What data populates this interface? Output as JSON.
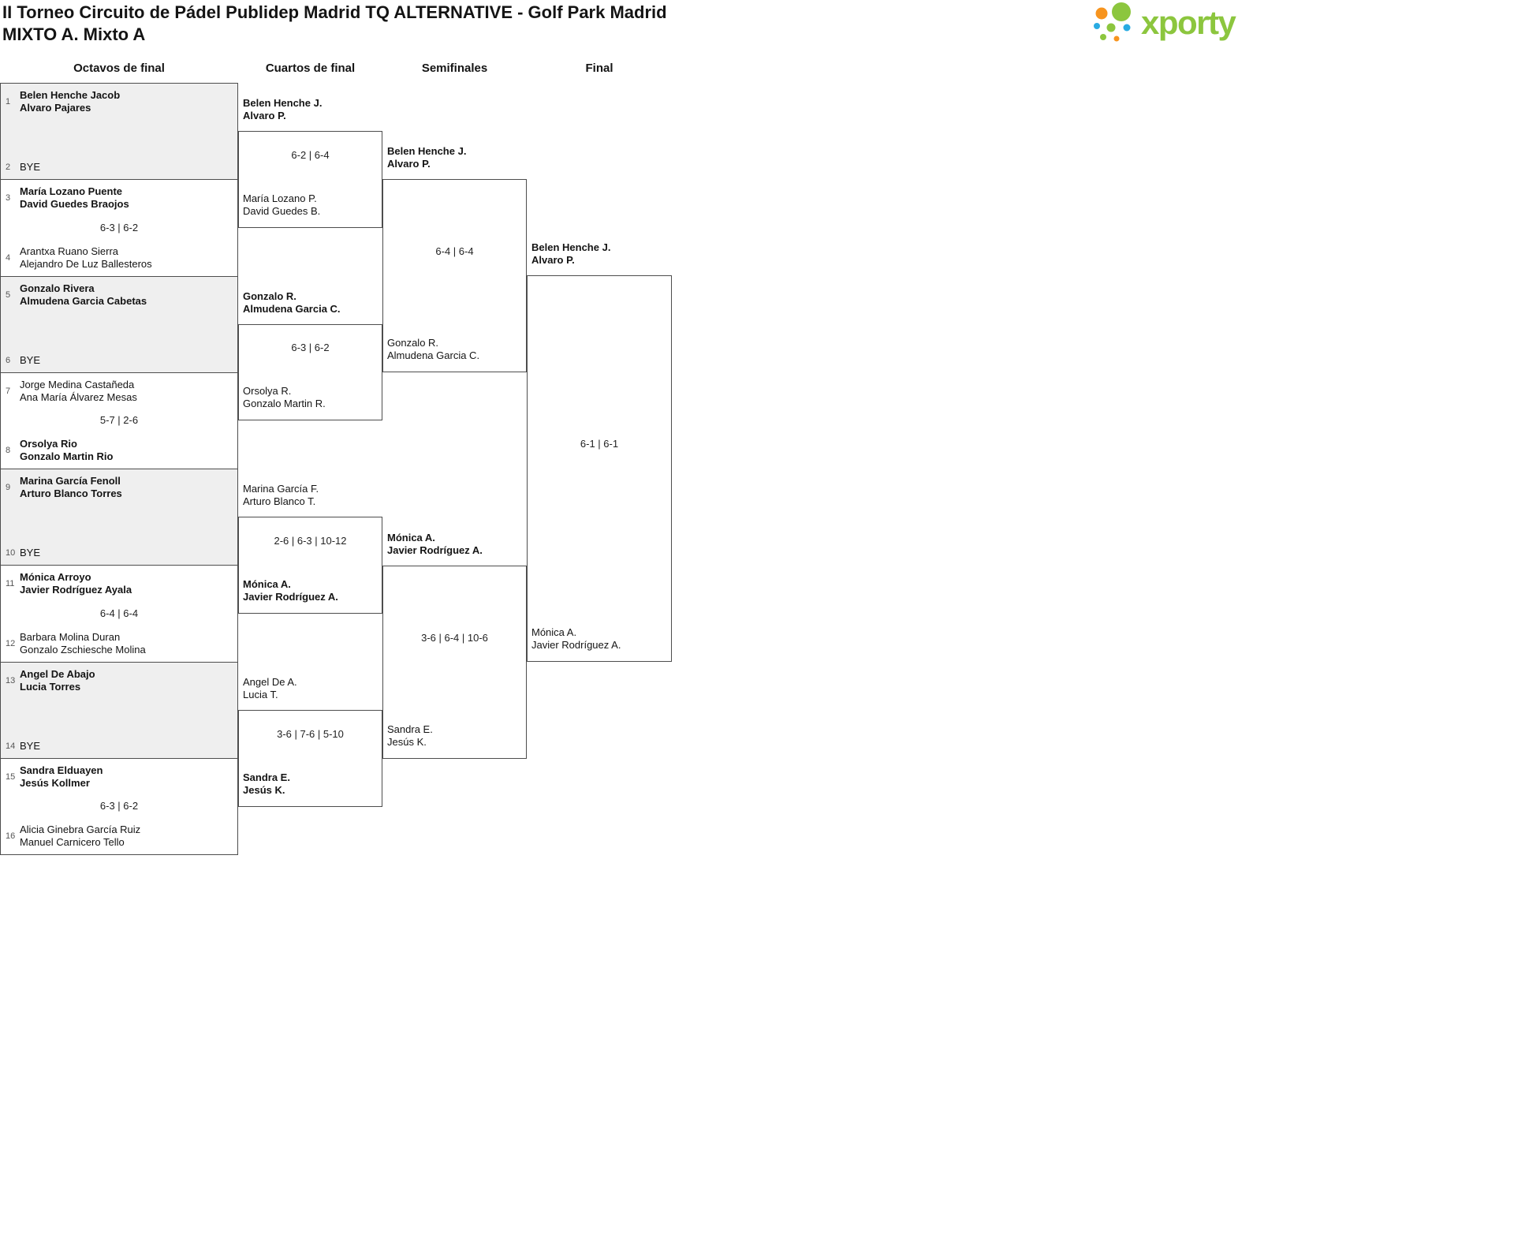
{
  "header": {
    "title": "II Torneo Circuito de Pádel Publidep Madrid TQ ALTERNATIVE - Golf Park Madrid",
    "subtitle": "MIXTO A. Mixto A",
    "logo_text": "xporty"
  },
  "round_headers": {
    "r16": "Octavos de final",
    "qf": "Cuartos de final",
    "sf": "Semifinales",
    "final": "Final"
  },
  "colors": {
    "logo_green": "#8CC63E",
    "logo_orange": "#F7941E",
    "logo_blue": "#29ABE2",
    "bye_row_bg": "#EFEFEF",
    "border": "#4D4D4D"
  },
  "r16": [
    {
      "seed_top": "1",
      "top": {
        "line1": "Belen Henche Jacob",
        "line2": "Alvaro Pajares",
        "bold": true
      },
      "seed_bottom": "2",
      "bottom": {
        "line1": "BYE",
        "bold": false
      },
      "score": "",
      "shaded": true
    },
    {
      "seed_top": "3",
      "top": {
        "line1": "María Lozano Puente",
        "line2": "David Guedes Braojos",
        "bold": true
      },
      "seed_bottom": "4",
      "bottom": {
        "line1": "Arantxa Ruano Sierra",
        "line2": "Alejandro De Luz Ballesteros",
        "bold": false
      },
      "score": "6-3 | 6-2",
      "shaded": false
    },
    {
      "seed_top": "5",
      "top": {
        "line1": "Gonzalo Rivera",
        "line2": "Almudena Garcia Cabetas",
        "bold": true
      },
      "seed_bottom": "6",
      "bottom": {
        "line1": "BYE",
        "bold": false
      },
      "score": "",
      "shaded": true
    },
    {
      "seed_top": "7",
      "top": {
        "line1": "Jorge Medina Castañeda",
        "line2": "Ana María Álvarez Mesas",
        "bold": false
      },
      "seed_bottom": "8",
      "bottom": {
        "line1": "Orsolya Rio",
        "line2": "Gonzalo Martin Rio",
        "bold": true
      },
      "score": "5-7 | 2-6",
      "shaded": false
    },
    {
      "seed_top": "9",
      "top": {
        "line1": "Marina García Fenoll",
        "line2": "Arturo Blanco Torres",
        "bold": true
      },
      "seed_bottom": "10",
      "bottom": {
        "line1": "BYE",
        "bold": false
      },
      "score": "",
      "shaded": true
    },
    {
      "seed_top": "11",
      "top": {
        "line1": "Mónica Arroyo",
        "line2": "Javier Rodríguez Ayala",
        "bold": true
      },
      "seed_bottom": "12",
      "bottom": {
        "line1": "Barbara Molina Duran",
        "line2": "Gonzalo Zschiesche Molina",
        "bold": false
      },
      "score": "6-4 | 6-4",
      "shaded": false
    },
    {
      "seed_top": "13",
      "top": {
        "line1": "Angel De Abajo",
        "line2": "Lucia Torres",
        "bold": true
      },
      "seed_bottom": "14",
      "bottom": {
        "line1": "BYE",
        "bold": false
      },
      "score": "",
      "shaded": true
    },
    {
      "seed_top": "15",
      "top": {
        "line1": "Sandra Elduayen",
        "line2": "Jesús Kollmer",
        "bold": true
      },
      "seed_bottom": "16",
      "bottom": {
        "line1": "Alicia Ginebra García Ruiz",
        "line2": "Manuel Carnicero Tello",
        "bold": false
      },
      "score": "6-3 | 6-2",
      "shaded": false
    }
  ],
  "qf": [
    {
      "top": {
        "line1": "Belen Henche J.",
        "line2": "Alvaro P.",
        "bold": true
      },
      "bottom": {
        "line1": "María Lozano P.",
        "line2": "David Guedes B.",
        "bold": false
      },
      "score": "6-2 | 6-4"
    },
    {
      "top": {
        "line1": "Gonzalo R.",
        "line2": "Almudena Garcia C.",
        "bold": true
      },
      "bottom": {
        "line1": "Orsolya R.",
        "line2": "Gonzalo Martin R.",
        "bold": false
      },
      "score": "6-3 | 6-2"
    },
    {
      "top": {
        "line1": "Marina García F.",
        "line2": "Arturo Blanco T.",
        "bold": false
      },
      "bottom": {
        "line1": "Mónica A.",
        "line2": "Javier Rodríguez A.",
        "bold": true
      },
      "score": "2-6 | 6-3 | 10-12"
    },
    {
      "top": {
        "line1": "Angel De A.",
        "line2": "Lucia T.",
        "bold": false
      },
      "bottom": {
        "line1": "Sandra E.",
        "line2": "Jesús K.",
        "bold": true
      },
      "score": "3-6 | 7-6 | 5-10"
    }
  ],
  "sf": [
    {
      "top": {
        "line1": "Belen Henche J.",
        "line2": "Alvaro P.",
        "bold": true
      },
      "bottom": {
        "line1": "Gonzalo R.",
        "line2": "Almudena Garcia C.",
        "bold": false
      },
      "score": "6-4 | 6-4"
    },
    {
      "top": {
        "line1": "Mónica A.",
        "line2": "Javier Rodríguez A.",
        "bold": true
      },
      "bottom": {
        "line1": "Sandra E.",
        "line2": "Jesús K.",
        "bold": false
      },
      "score": "3-6 | 6-4 | 10-6"
    }
  ],
  "final": [
    {
      "top": {
        "line1": "Belen Henche J.",
        "line2": "Alvaro P.",
        "bold": true
      },
      "bottom": {
        "line1": "Mónica A.",
        "line2": "Javier Rodríguez A.",
        "bold": false
      },
      "score": "6-1 | 6-1"
    }
  ]
}
